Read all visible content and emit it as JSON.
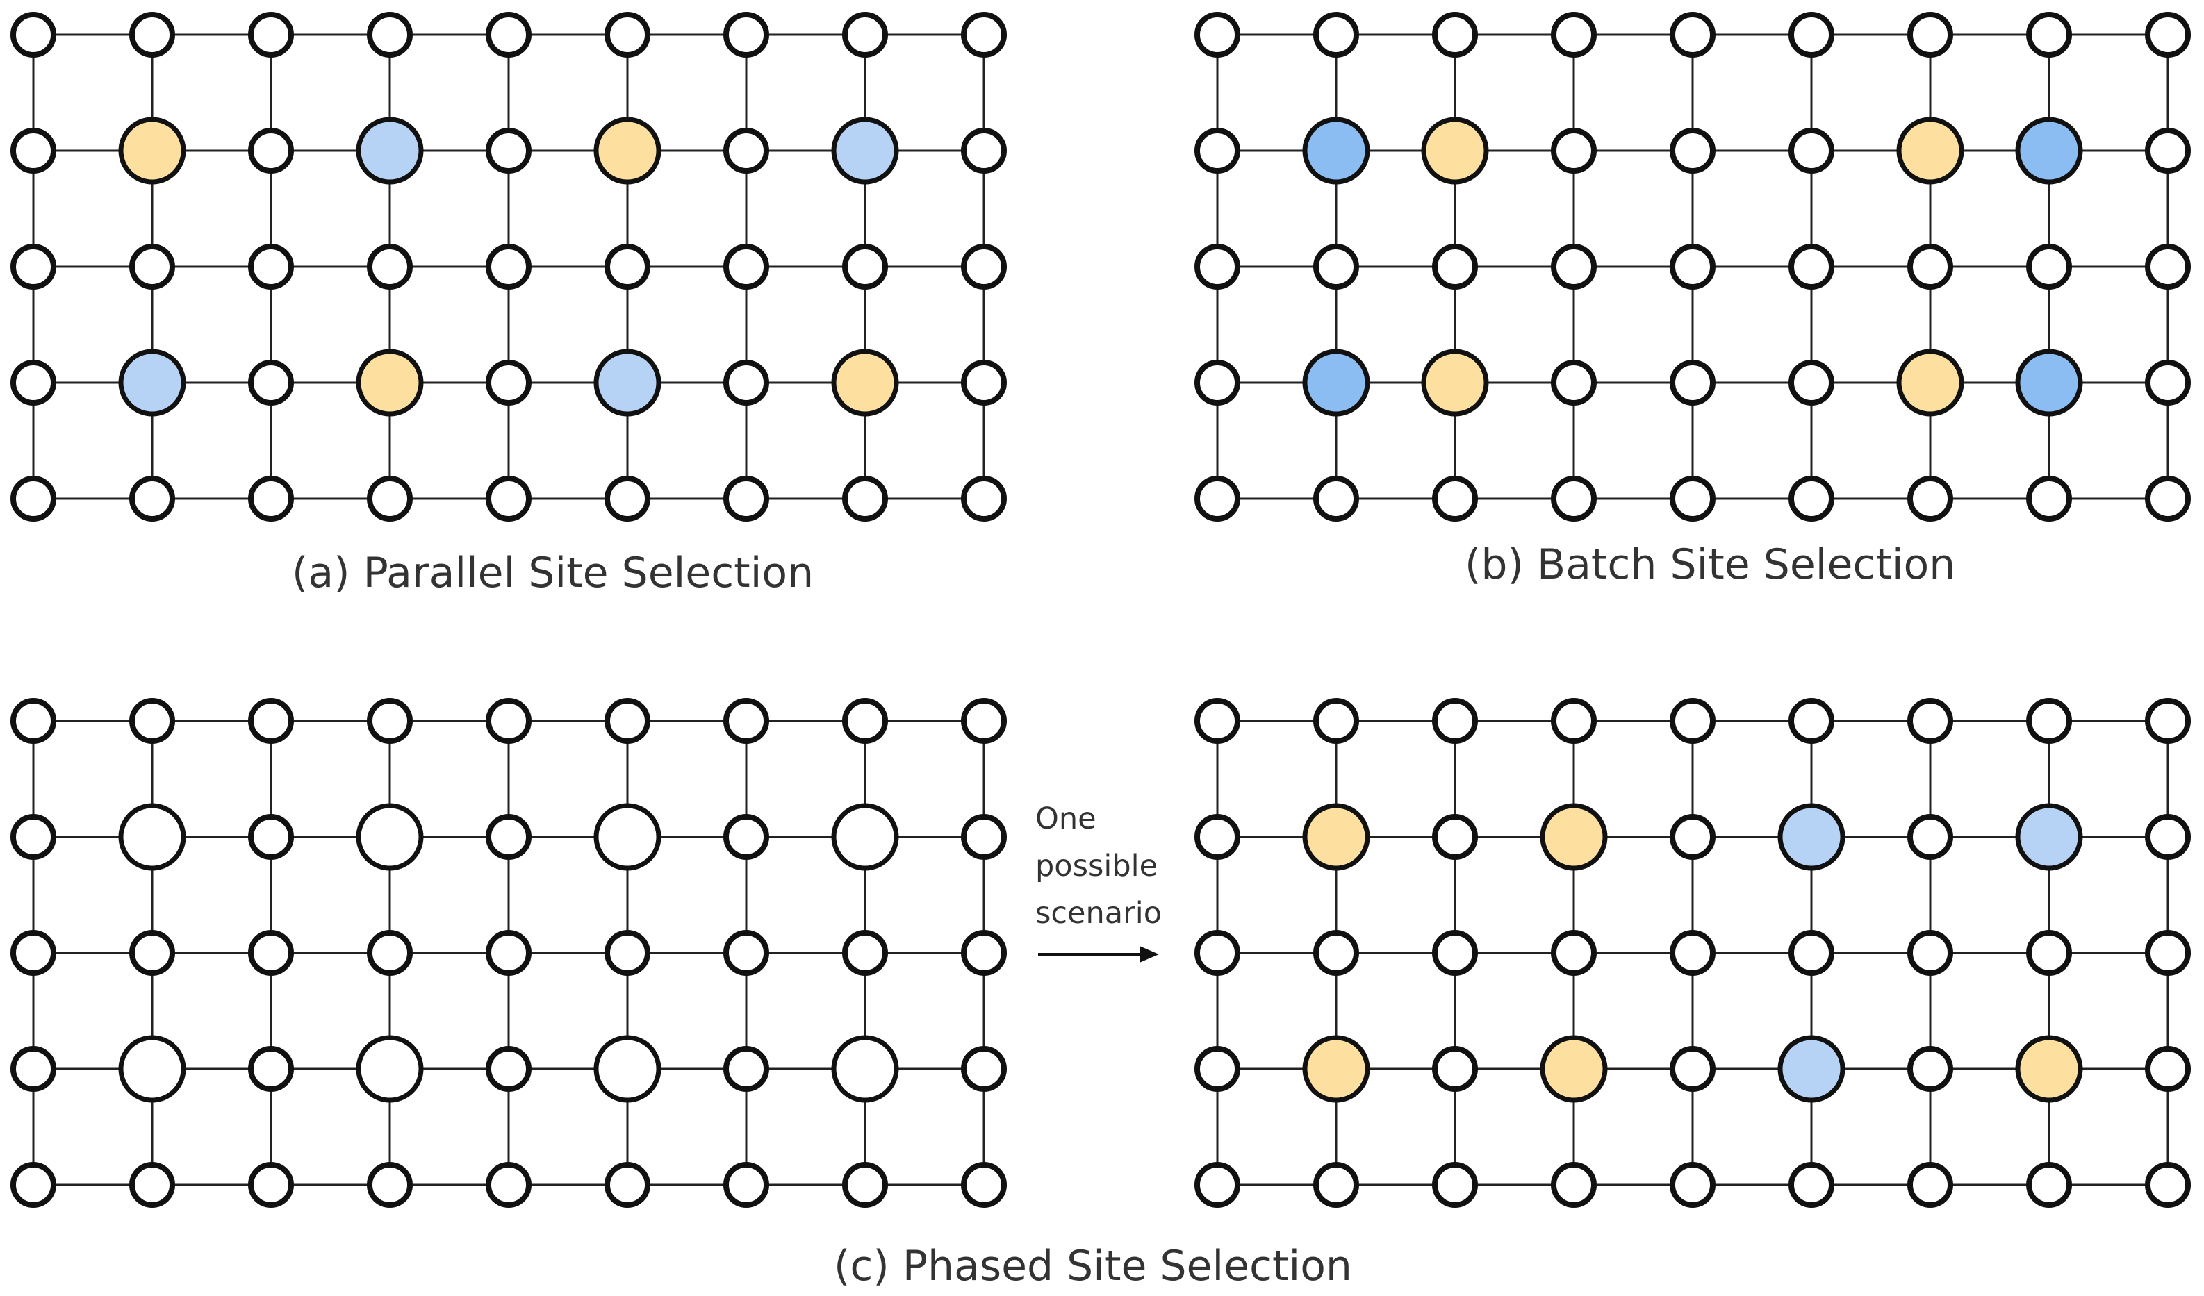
{
  "colors": {
    "stroke": "#111111",
    "line": "#222222",
    "empty_fill": "#ffffff",
    "orange": "#fde0a0",
    "blue": "#b6d2f5",
    "blue_dark": "#8bbcf2",
    "text": "#333333"
  },
  "grid": {
    "rows": 5,
    "cols": 9
  },
  "panels": [
    {
      "id": "a",
      "caption": "(a)  Parallel Site Selection",
      "highlights": [
        {
          "row": 1,
          "col": 1,
          "color": "orange"
        },
        {
          "row": 1,
          "col": 3,
          "color": "blue"
        },
        {
          "row": 1,
          "col": 5,
          "color": "orange"
        },
        {
          "row": 1,
          "col": 7,
          "color": "blue"
        },
        {
          "row": 3,
          "col": 1,
          "color": "blue"
        },
        {
          "row": 3,
          "col": 3,
          "color": "orange"
        },
        {
          "row": 3,
          "col": 5,
          "color": "blue"
        },
        {
          "row": 3,
          "col": 7,
          "color": "orange"
        }
      ]
    },
    {
      "id": "b",
      "caption": "(b)  Batch Site Selection",
      "highlights": [
        {
          "row": 1,
          "col": 1,
          "color": "blue_dark"
        },
        {
          "row": 1,
          "col": 2,
          "color": "orange"
        },
        {
          "row": 1,
          "col": 6,
          "color": "orange"
        },
        {
          "row": 1,
          "col": 7,
          "color": "blue_dark"
        },
        {
          "row": 3,
          "col": 1,
          "color": "blue_dark"
        },
        {
          "row": 3,
          "col": 2,
          "color": "orange"
        },
        {
          "row": 3,
          "col": 6,
          "color": "orange"
        },
        {
          "row": 3,
          "col": 7,
          "color": "blue_dark"
        }
      ]
    },
    {
      "id": "c-left",
      "highlights": [
        {
          "row": 1,
          "col": 1,
          "color": "empty_fill"
        },
        {
          "row": 1,
          "col": 3,
          "color": "empty_fill"
        },
        {
          "row": 1,
          "col": 5,
          "color": "empty_fill"
        },
        {
          "row": 1,
          "col": 7,
          "color": "empty_fill"
        },
        {
          "row": 3,
          "col": 1,
          "color": "empty_fill"
        },
        {
          "row": 3,
          "col": 3,
          "color": "empty_fill"
        },
        {
          "row": 3,
          "col": 5,
          "color": "empty_fill"
        },
        {
          "row": 3,
          "col": 7,
          "color": "empty_fill"
        }
      ]
    },
    {
      "id": "c-right",
      "highlights": [
        {
          "row": 1,
          "col": 1,
          "color": "orange"
        },
        {
          "row": 1,
          "col": 3,
          "color": "orange"
        },
        {
          "row": 1,
          "col": 5,
          "color": "blue"
        },
        {
          "row": 1,
          "col": 7,
          "color": "blue"
        },
        {
          "row": 3,
          "col": 1,
          "color": "orange"
        },
        {
          "row": 3,
          "col": 3,
          "color": "orange"
        },
        {
          "row": 3,
          "col": 5,
          "color": "blue"
        },
        {
          "row": 3,
          "col": 7,
          "color": "orange"
        }
      ]
    }
  ],
  "arrow_label_lines": [
    "One",
    "possible",
    "scenario"
  ],
  "caption_c": "(c)  Phased Site Selection"
}
